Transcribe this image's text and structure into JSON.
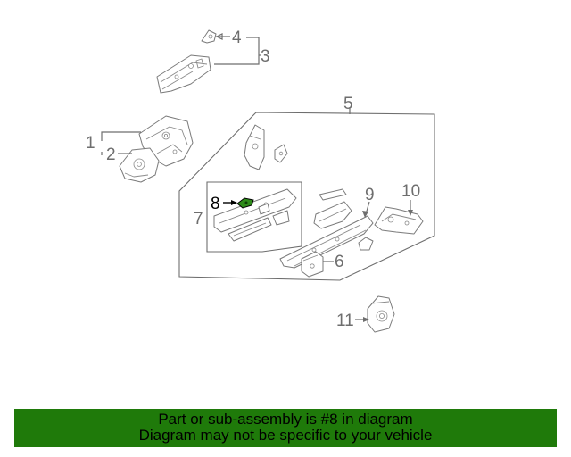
{
  "callouts": {
    "c1": "1",
    "c2": "2",
    "c3": "3",
    "c4": "4",
    "c5": "5",
    "c6": "6",
    "c7": "7",
    "c8": "8",
    "c9": "9",
    "c10": "10",
    "c11": "11"
  },
  "highlighted_part": "8",
  "colors": {
    "highlight": "#2e8b1a",
    "banner": "#1f7a0a",
    "line": "#7a7a7a"
  },
  "banner": {
    "line1": "Part or sub-assembly is #8 in diagram",
    "line2": "Diagram may not be specific to your vehicle"
  }
}
